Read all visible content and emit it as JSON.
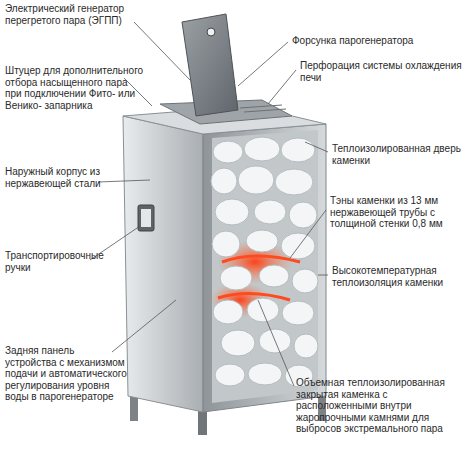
{
  "diagram": {
    "labels": [
      "Электрический генератор перегретого пара (ЭГПП)",
      "Форсунка парогенератора",
      "Штуцер для дополнительного отбора насыщенного пара при подключении Фито- или Венико- запарника",
      "Перфорация системы охлаждения печи",
      "Наружный корпус из нержавеющей стали",
      "Теплоизолированная дверь каменки",
      "Тэны каменки из 13 мм нержавеющей трубы с толщиной стенки 0,8 мм",
      "Транспортировочные ручки",
      "Высокотемпературная теплоизоляция каменки",
      "Задняя панель устройства с механизмом подачи и автоматического регулирования уровня воды в парогенераторе",
      "Объемная теплоизолированная закрытая каменка с расположенными внутри жаропрочными камнями для выбросов экстремального пара"
    ]
  }
}
